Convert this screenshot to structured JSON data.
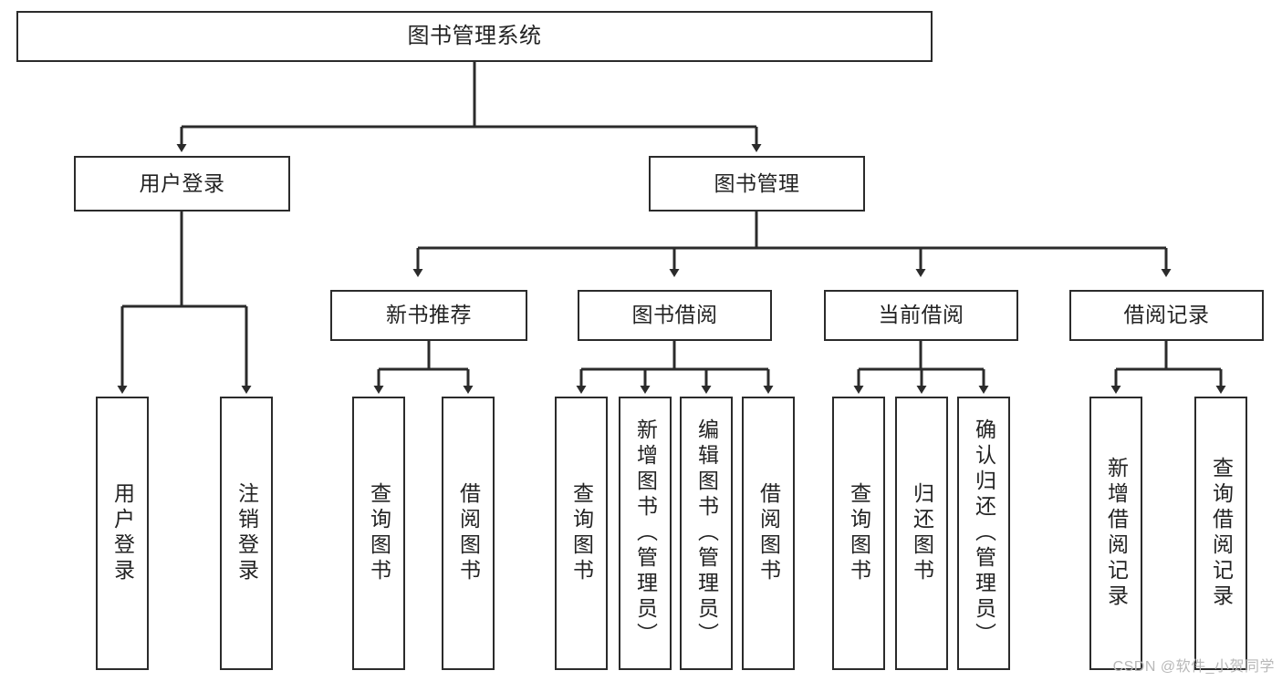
{
  "diagram": {
    "title": "图书管理系统",
    "type": "tree-hierarchy-diagram",
    "watermark": "CSDN @软件_小贺同学",
    "colors": {
      "border": "#2b2b2b",
      "background": "#ffffff",
      "text": "#232323",
      "edge": "#2b2b2b",
      "watermark": "#b8b8b8"
    },
    "nodes": {
      "root": {
        "label": "图书管理系统"
      },
      "level2": [
        {
          "id": "user-login",
          "label": "用户登录"
        },
        {
          "id": "book-management",
          "label": "图书管理"
        }
      ],
      "level3": [
        {
          "id": "new-book-recommend",
          "label": "新书推荐"
        },
        {
          "id": "book-borrow",
          "label": "图书借阅"
        },
        {
          "id": "current-borrow",
          "label": "当前借阅"
        },
        {
          "id": "borrow-record",
          "label": "借阅记录"
        }
      ],
      "leaves": {
        "user-login": [
          {
            "id": "leaf-user-login",
            "label": "用户登录"
          },
          {
            "id": "leaf-user-logout",
            "label": "注销登录"
          }
        ],
        "new-book-recommend": [
          {
            "id": "leaf-query-book-1",
            "label": "查询图书"
          },
          {
            "id": "leaf-borrow-book-1",
            "label": "借阅图书"
          }
        ],
        "book-borrow": [
          {
            "id": "leaf-query-book-2",
            "label": "查询图书"
          },
          {
            "id": "leaf-add-book",
            "label": "新增图书（管理员）"
          },
          {
            "id": "leaf-edit-book",
            "label": "编辑图书（管理员）"
          },
          {
            "id": "leaf-borrow-book-2",
            "label": "借阅图书"
          }
        ],
        "current-borrow": [
          {
            "id": "leaf-query-book-3",
            "label": "查询图书"
          },
          {
            "id": "leaf-return-book",
            "label": "归还图书"
          },
          {
            "id": "leaf-confirm-return",
            "label": "确认归还（管理员）"
          }
        ],
        "borrow-record": [
          {
            "id": "leaf-add-record",
            "label": "新增借阅记录"
          },
          {
            "id": "leaf-query-record",
            "label": "查询借阅记录"
          }
        ]
      }
    }
  }
}
